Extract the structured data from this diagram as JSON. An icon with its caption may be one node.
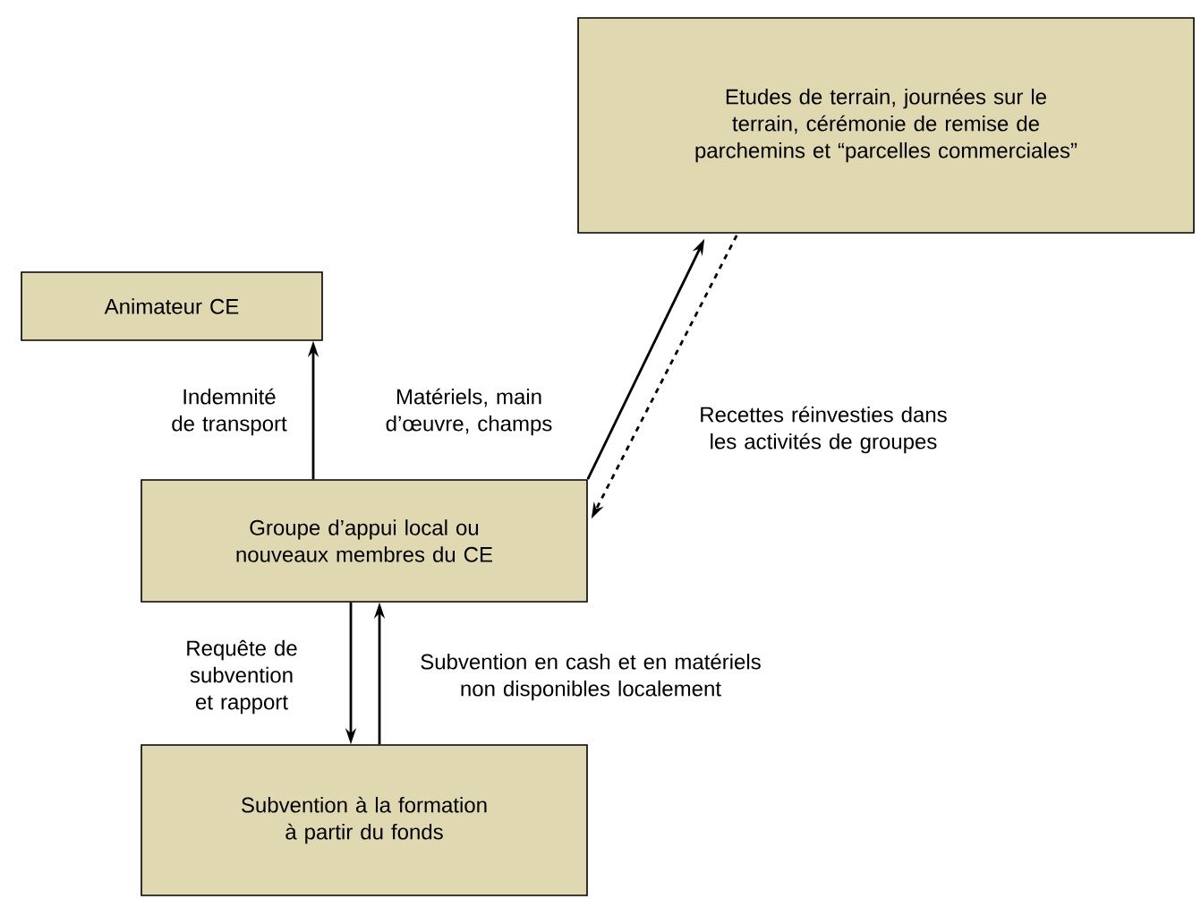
{
  "diagram": {
    "nodes": [
      {
        "text": [
          "Etudes de terrain, journées sur le terrain, cérémonie de remise de parchemins et “parcelles commerciales”"
        ]
      },
      {
        "text": [
          "Animateur CE"
        ]
      },
      {
        "text": [
          "Groupe d’appui local ou nouveaux membres du CE"
        ]
      },
      {
        "text": [
          "Subvention à la formation à partir du fonds"
        ]
      }
    ],
    "edges": [
      {
        "from": 2,
        "to": 1,
        "arrow": "to",
        "label": "Indemnité de transport"
      },
      {
        "from": 2,
        "to": 0,
        "arrow": "to",
        "label": "Matériels, main d’œuvre, champs"
      },
      {
        "from": 0,
        "to": 2,
        "arrow": "to",
        "style": "dashed",
        "label": "Recettes réinvesties dans les activités de groupes"
      },
      {
        "from": 2,
        "to": 3,
        "arrow": "to",
        "label": "Requête de subvention et rapport"
      },
      {
        "from": 3,
        "to": 2,
        "arrow": "to",
        "label": "Subvention en cash et en matériels non disponibles localement"
      }
    ]
  }
}
